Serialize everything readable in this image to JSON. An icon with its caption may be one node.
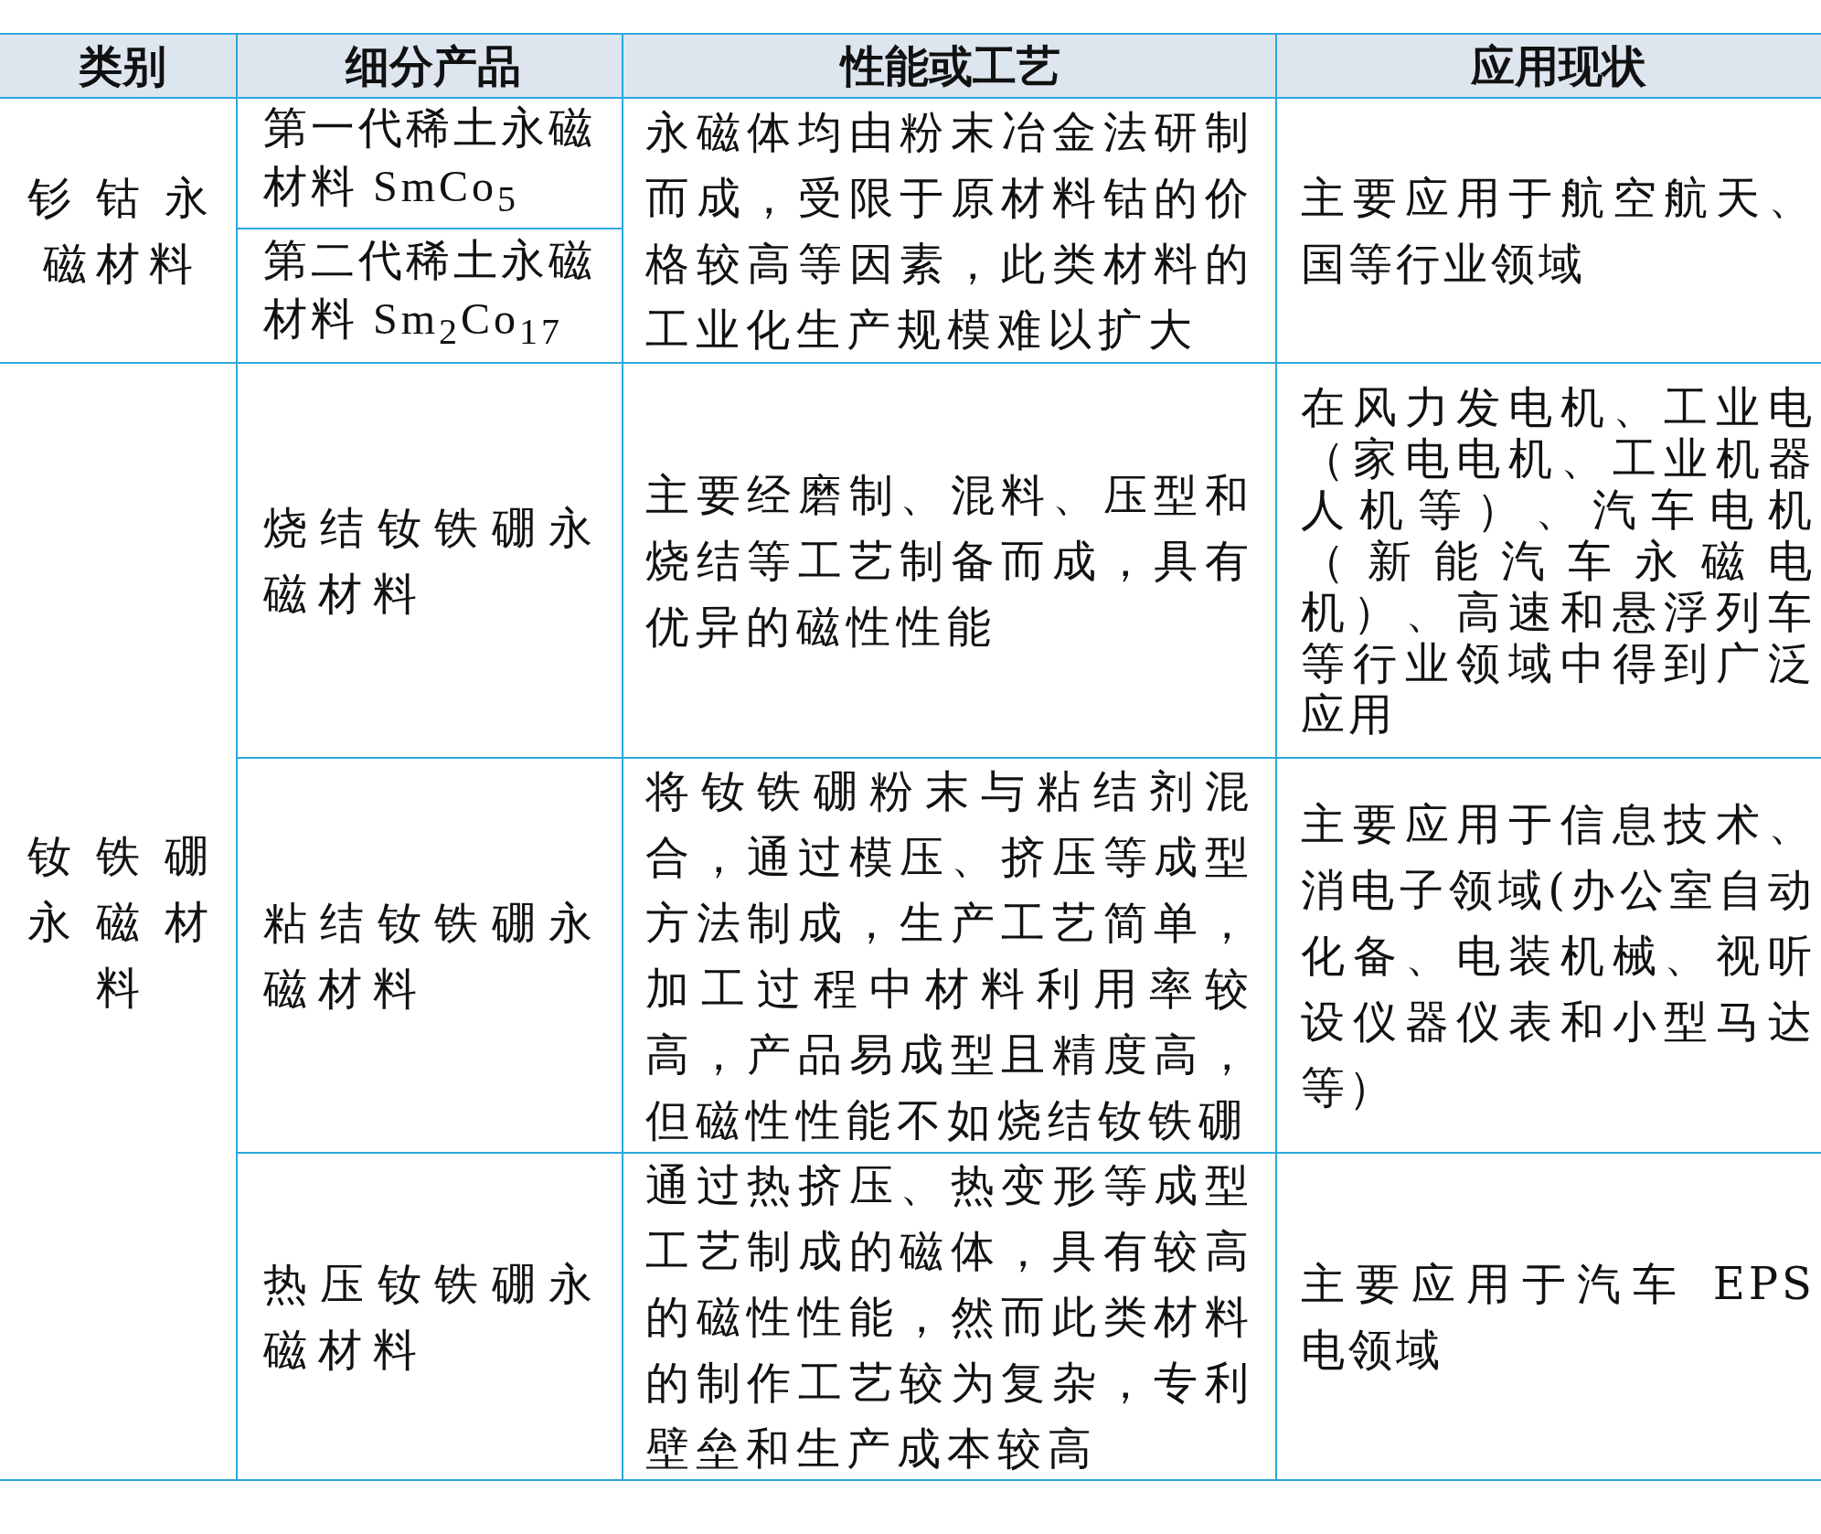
{
  "diagram": {
    "labels": [
      "类别",
      "细分产品",
      "性能或工艺",
      "应用现状",
      "钐钴永磁材料",
      "第一代稀土永磁材料 SmCo$_{5}$",
      "永磁体均由粉末冶金法研制而成，受限于原材料钴的价格较高等因素，此类材料的工业化生产规模难以扩大",
      "主要应用于航空航天、国等行业领域",
      "第二代稀土永磁材料 Sm$_{2}$Co$_{17}$",
      "钕铁硼永磁材料",
      "烧结钕铁硼永磁材料",
      "主要经磨制、混料、压型和烧结等工艺制备而成，具有优异的磁性性能",
      "在风力发电机、工业电（家电电机、工业机器人机等）、汽车电机（新能汽车永磁电机）、高速和悬浮列车等行业领域中得到广泛应用",
      "粘结钕铁硼永磁材料",
      "将钕铁硼粉末与粘结剂混合，通过模压、挤压等成型方法制成，生产工艺简单，加工过程中材料利用率较高，产品易成型且精度高，但磁性性能不如烧结钕铁硼",
      "主要应用于信息技术、消电子领域(办公室自动化备、电装机械、视听设仪器仪表和小型马达等）",
      "热压钕铁硼永磁材料",
      "通过热挤压、热变形等成型工艺制成的磁体，具有较高的磁性性能，然而此类材料的制作工艺较为复杂，专利壁垒和生产成本较高",
      "主要应用于汽车 EPS 电领域"
    ]
  }
}
